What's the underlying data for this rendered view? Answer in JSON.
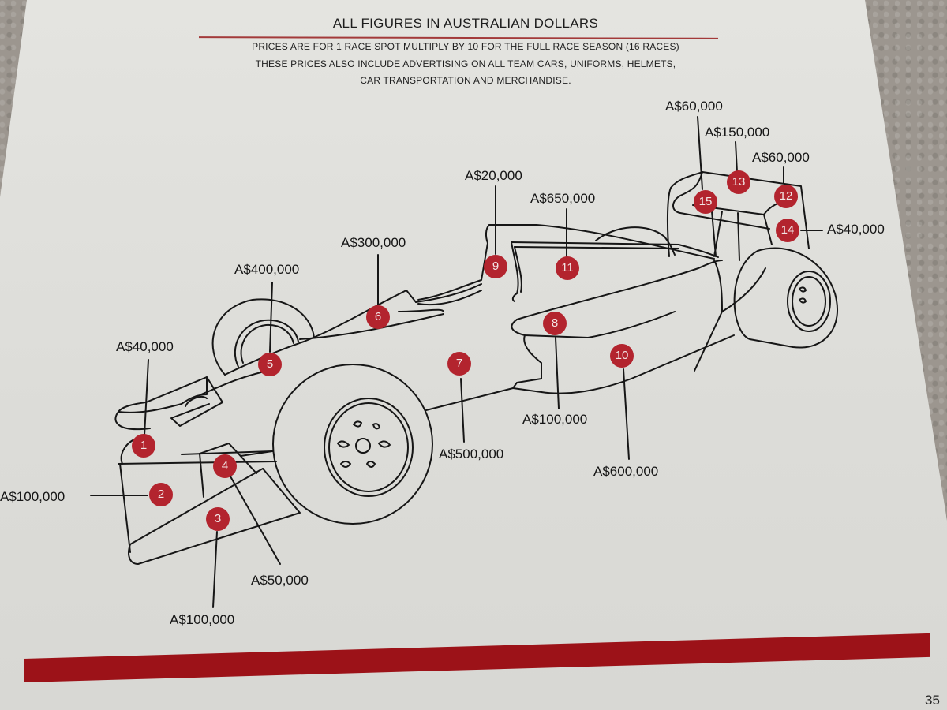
{
  "header": {
    "title": "ALL FIGURES IN AUSTRALIAN DOLLARS",
    "lines": [
      "PRICES ARE FOR 1 RACE SPOT MULTIPLY BY 10 FOR THE FULL RACE SEASON (16 RACES)",
      "THESE PRICES ALSO INCLUDE ADVERTISING ON ALL TEAM CARS, UNIFORMS, HELMETS,",
      "CAR TRANSPORTATION AND MERCHANDISE."
    ]
  },
  "colors": {
    "badge": "#b3242e",
    "accent_bar": "#9c1218",
    "rule": "#a33a3a",
    "page": "#e0e0dc",
    "ink": "#151515"
  },
  "spots": [
    {
      "number": "1",
      "price": "A$40,000"
    },
    {
      "number": "2",
      "price": "A$100,000"
    },
    {
      "number": "3",
      "price": "A$100,000"
    },
    {
      "number": "4",
      "price": "A$50,000"
    },
    {
      "number": "5",
      "price": "A$400,000"
    },
    {
      "number": "6",
      "price": "A$300,000"
    },
    {
      "number": "7",
      "price": "A$500,000"
    },
    {
      "number": "8",
      "price": "A$100,000"
    },
    {
      "number": "9",
      "price": "A$20,000"
    },
    {
      "number": "10",
      "price": "A$600,000"
    },
    {
      "number": "11",
      "price": "A$650,000"
    },
    {
      "number": "12",
      "price": "A$60,000"
    },
    {
      "number": "13",
      "price": "A$150,000"
    },
    {
      "number": "14",
      "price": "A$40,000"
    },
    {
      "number": "15",
      "price": "A$60,000"
    }
  ],
  "footer": {
    "page_number": "35"
  }
}
